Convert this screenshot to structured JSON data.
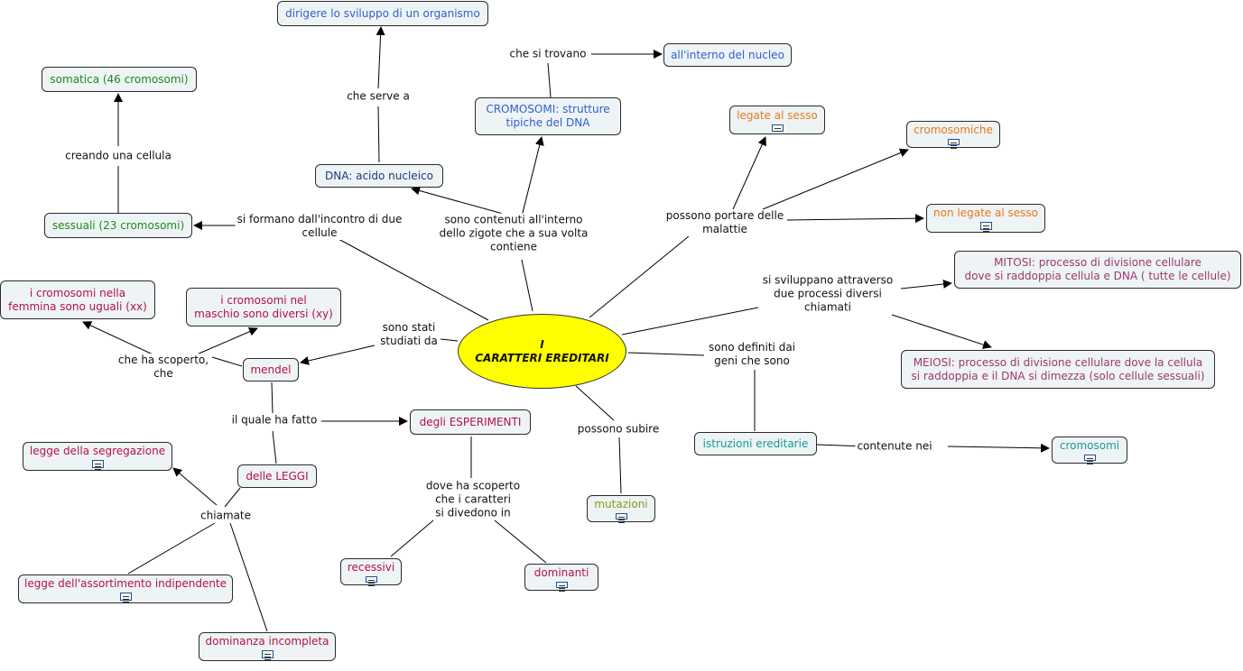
{
  "center": "I\nCARATTERI EREDITARI",
  "nodes": {
    "dirigere": "dirigere lo sviluppo di un organismo",
    "interno_nucleo": "all'interno del nucleo",
    "cromosomi_strutture": "CROMOSOMI: strutture\ntipiche del DNA",
    "somatica": "somatica (46 cromosomi)",
    "sessuali": "sessuali (23 cromosomi)",
    "dna": "DNA: acido nucleico",
    "legate_sesso": "legate al sesso",
    "cromosomiche": "cromosomiche",
    "non_legate": "non legate al sesso",
    "mitosi": "MITOSI: processo di divisione cellulare\ndove si raddoppia cellula e DNA ( tutte le cellule)",
    "meiosi": "MEIOSI: processo di divisione cellulare dove la cellula\nsi raddoppia e il DNA si dimezza (solo cellule sessuali)",
    "femmina": "i cromosomi nella\nfemmina sono uguali (xx)",
    "maschio": "i cromosomi nel\nmaschio sono diversi (xy)",
    "mendel": "mendel",
    "esperimenti": "degli ESPERIMENTI",
    "leggi": "delle LEGGI",
    "segregazione": "legge della segregazione",
    "assortimento": "legge dell'assortimento indipendente",
    "dominanza": "dominanza incompleta",
    "recessivi": "recessivi",
    "dominanti": "dominanti",
    "mutazioni": "mutazioni",
    "istruzioni": "istruzioni ereditarie",
    "cromosomi": "cromosomi"
  },
  "links": {
    "che_si_trovano": "che si trovano",
    "che_serve_a": "che serve a",
    "creando": "creando una cellula",
    "si_formano": "si formano dall'incontro di due\ncellule",
    "sono_contenuti": "sono contenuti all'interno\ndello zigote che a sua volta\ncontiene",
    "possono_portare": "possono portare delle\nmalattie",
    "si_sviluppano": "si sviluppano attraverso\ndue processi diversi\nchiamati",
    "sono_definiti": "sono definiti dai\ngeni che sono",
    "sono_stati": "sono stati\nstudiati da",
    "che_ha_scoperto": "che ha scoperto,\nche",
    "il_quale": "il quale ha fatto",
    "chiamate": "chiamate",
    "dove_ha_scoperto": "dove ha scoperto\nche i caratteri\nsi divedono in",
    "possono_subire": "possono subire",
    "contenute_nei": "contenute nei"
  },
  "colors": {
    "center_fill": "#ffff00",
    "node_fill": "#eef3f5",
    "blue": "#2f5fcf",
    "green": "#1a8c1a",
    "orange": "#e87a1a",
    "crimson": "#b3124a",
    "plum": "#9b3a6e",
    "teal": "#1a9a9a",
    "olive": "#8a9a1a"
  },
  "icons": {
    "attachment": "document-icon"
  }
}
